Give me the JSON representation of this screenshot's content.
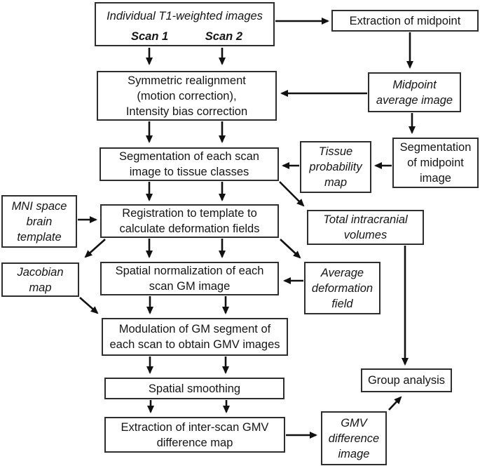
{
  "diagram": {
    "title_box": {
      "title": "Individual T1-weighted images",
      "scan1": "Scan 1",
      "scan2": "Scan 2"
    },
    "boxes": {
      "extraction_midpoint": {
        "label": "Extraction of midpoint"
      },
      "symmetric_realignment": {
        "label": "Symmetric realignment\n(motion correction),\nIntensity bias correction"
      },
      "midpoint_average": {
        "label": "Midpoint\naverage image"
      },
      "segmentation_scans": {
        "label": "Segmentation of each scan\nimage to tissue classes"
      },
      "tissue_probability": {
        "label": "Tissue\nprobability\nmap"
      },
      "segmentation_midpoint": {
        "label": "Segmentation\nof midpoint\nimage"
      },
      "mni_template": {
        "label": "MNI space\nbrain\ntemplate"
      },
      "registration": {
        "label": "Registration to template to\ncalculate deformation fields"
      },
      "total_intracranial": {
        "label": "Total intracranial\nvolumes"
      },
      "jacobian": {
        "label": "Jacobian\nmap"
      },
      "spatial_normalization": {
        "label": "Spatial normalization of each\nscan GM image"
      },
      "average_deformation": {
        "label": "Average\ndeformation\nfield"
      },
      "modulation": {
        "label": "Modulation of GM segment of\neach scan to obtain GMV images"
      },
      "smoothing": {
        "label": "Spatial smoothing"
      },
      "extraction_gmv": {
        "label": "Extraction of inter-scan GMV\ndifference map"
      },
      "group_analysis": {
        "label": "Group analysis"
      },
      "gmv_difference": {
        "label": "GMV\ndifference\nimage"
      }
    },
    "colors": {
      "background": "#ffffff",
      "border": "#2e2e2e",
      "arrow": "#111111",
      "text": "#151515"
    }
  }
}
